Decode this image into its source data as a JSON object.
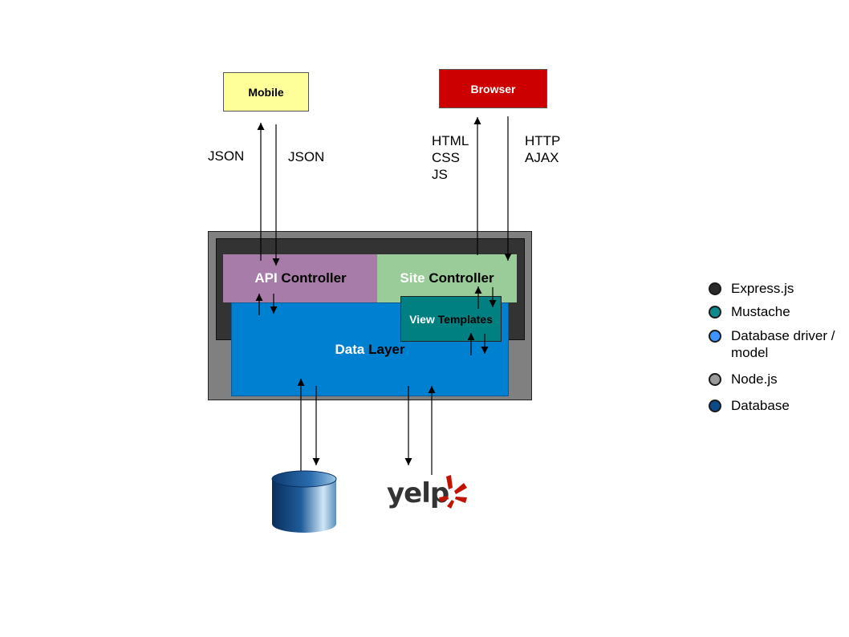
{
  "clients": {
    "mobile": "Mobile",
    "browser": "Browser"
  },
  "edge_labels": {
    "mobile_up": "JSON",
    "mobile_down": "JSON",
    "browser_up": [
      "HTML",
      "CSS",
      "JS"
    ],
    "browser_down": [
      "HTTP",
      "AJAX"
    ]
  },
  "components": {
    "api_controller": {
      "word1": "API",
      "word2": "Controller"
    },
    "site_controller": {
      "word1": "Site",
      "word2": "Controller"
    },
    "view_templates": {
      "word1": "View",
      "word2": "Templates"
    },
    "data_layer": {
      "word1": "Data",
      "word2": "Layer"
    }
  },
  "external": {
    "database_icon": "database-cylinder",
    "yelp_logo": "yelp"
  },
  "legend": [
    {
      "label": "Express.js",
      "color": "#2b2b2b"
    },
    {
      "label": "Mustache",
      "color": "#0f8a8a"
    },
    {
      "label": "Database driver / model",
      "color": "#3f93ff"
    },
    {
      "label": "Node.js",
      "color": "#9a9a9a"
    },
    {
      "label": "Database",
      "color": "#0c4a8a"
    }
  ],
  "colors": {
    "mobile_fill": "#ffff99",
    "browser_fill": "#cc0000",
    "nodejs": "#808080",
    "express": "#333333",
    "api_controller": "#a87ca8",
    "site_controller": "#99cc99",
    "view_templates": "#008080",
    "data_layer": "#0080d0"
  }
}
